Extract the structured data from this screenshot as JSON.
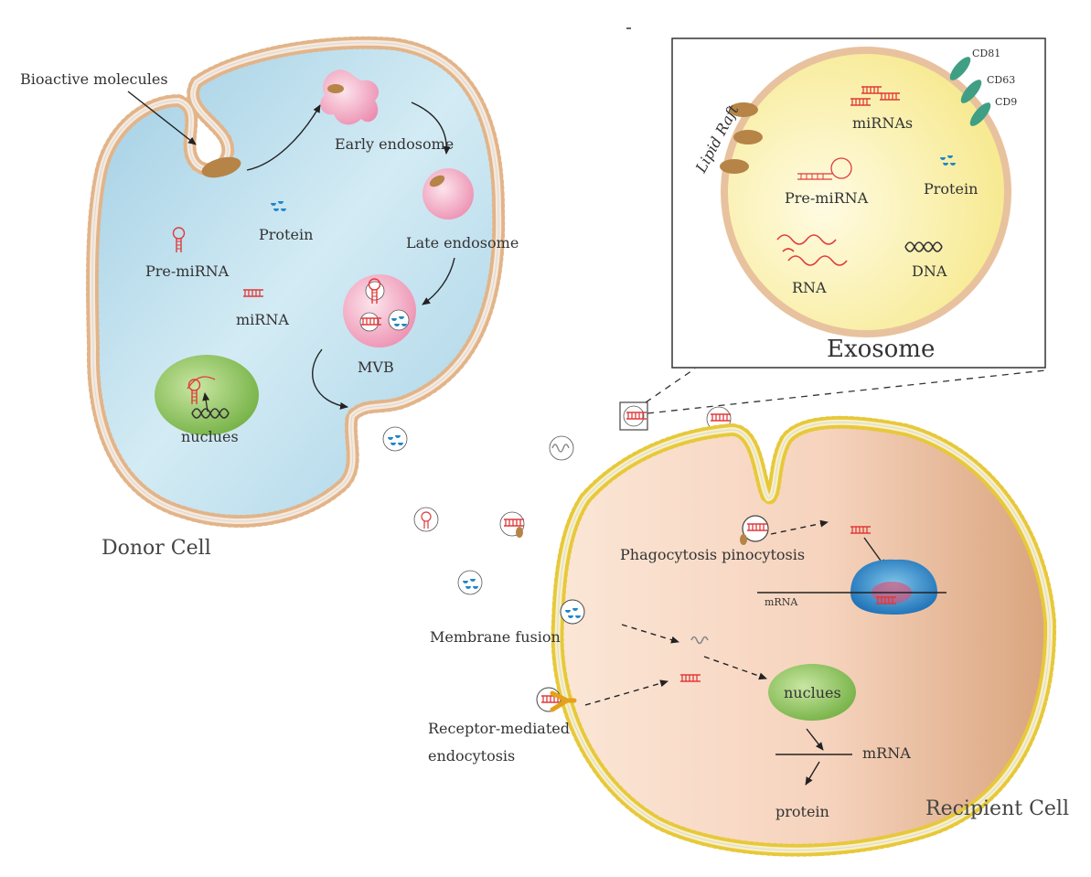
{
  "colors": {
    "donor_fill": "#b9dcec",
    "recipient_fill": "#f8d9c6",
    "exosome_fill": "#fbf1b8",
    "membrane_head_donor": "#e8b98a",
    "membrane_head_recipient": "#e8cc3a",
    "pink": "#f19cb7",
    "green": "#8cc356",
    "protein_blue": "#1f86c8",
    "rna_red": "#e03a3a",
    "raft_brown": "#b58446",
    "tetraspanin": "#3f9f84"
  },
  "icons": [
    "mirna-hairpin-icon",
    "mirna-duplex-icon",
    "protein-dots-icon",
    "dna-helix-icon",
    "lipid-raft-icon",
    "receptor-icon",
    "vesicle-icon"
  ],
  "donor": {
    "title": "Donor Cell",
    "bioactive": "Bioactive molecules",
    "early": "Early endosome",
    "late": "Late endosome",
    "mvb": "MVB",
    "protein": "Protein",
    "premirna": "Pre-miRNA",
    "mirna": "miRNA",
    "nucleus": "nuclues"
  },
  "exosome": {
    "title": "Exosome",
    "raft": "Lipid Raft",
    "cd81": "CD81",
    "cd63": "CD63",
    "cd9": "CD9",
    "mirnas": "miRNAs",
    "premirna": "Pre-miRNA",
    "protein": "Protein",
    "rna": "RNA",
    "dna": "DNA"
  },
  "recipient": {
    "title": "Recipient Cell",
    "phago": "Phagocytosis pinocytosis",
    "mrna_top": "mRNA",
    "fusion": "Membrane fusion",
    "receptor_1": "Receptor-mediated",
    "receptor_2": "endocytosis",
    "nucleus": "nuclues",
    "mrna": "mRNA",
    "protein": "protein"
  }
}
